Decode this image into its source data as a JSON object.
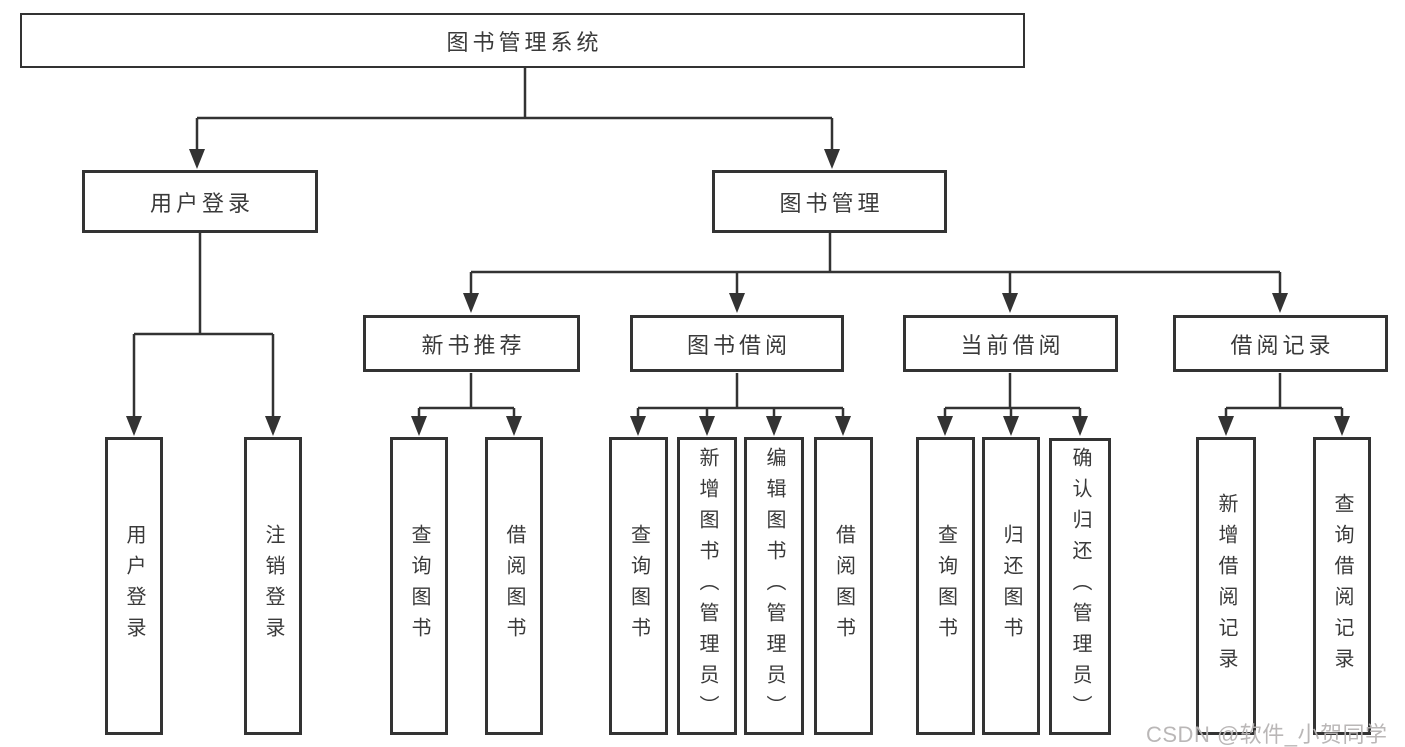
{
  "diagram_type": "functional-structure-tree",
  "colors": {
    "line": "#333333",
    "box_border": "#333333",
    "box_fill": "#ffffff",
    "text": "#3a3a3a",
    "watermark": "#b7b4b4"
  },
  "watermark": {
    "text": "CSDN @软件_小贺同学"
  },
  "tree": {
    "root": {
      "label": "图书管理系统"
    },
    "level2": [
      {
        "label": "用户登录",
        "leaves": [
          {
            "label": "用户登录"
          },
          {
            "label": "注销登录"
          }
        ]
      },
      {
        "label": "图书管理",
        "children": [
          {
            "label": "新书推荐",
            "leaves": [
              {
                "label": "查询图书"
              },
              {
                "label": "借阅图书"
              }
            ]
          },
          {
            "label": "图书借阅",
            "leaves": [
              {
                "label": "查询图书"
              },
              {
                "label": "新增图书（管理员）"
              },
              {
                "label": "编辑图书（管理员）"
              },
              {
                "label": "借阅图书"
              }
            ]
          },
          {
            "label": "当前借阅",
            "leaves": [
              {
                "label": "查询图书"
              },
              {
                "label": "归还图书"
              },
              {
                "label": "确认归还（管理员）"
              }
            ]
          },
          {
            "label": "借阅记录",
            "leaves": [
              {
                "label": "新增借阅记录"
              },
              {
                "label": "查询借阅记录"
              }
            ]
          }
        ]
      }
    ]
  }
}
